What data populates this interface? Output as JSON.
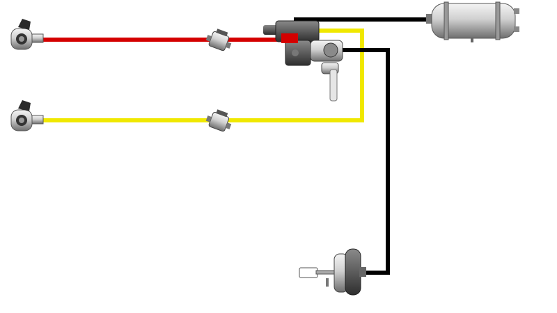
{
  "colors": {
    "control_line": "#d40000",
    "supply_line": "#f0e800",
    "reservoir_line": "#000000",
    "component_metal": "#b8b8b8",
    "component_dark": "#4a4a4a"
  },
  "components": [
    {
      "name": "coupling-head-control"
    },
    {
      "name": "coupling-head-supply"
    },
    {
      "name": "line-filter-control"
    },
    {
      "name": "line-filter-supply"
    },
    {
      "name": "trailer-brake-valve"
    },
    {
      "name": "air-reservoir"
    },
    {
      "name": "brake-chamber"
    }
  ]
}
